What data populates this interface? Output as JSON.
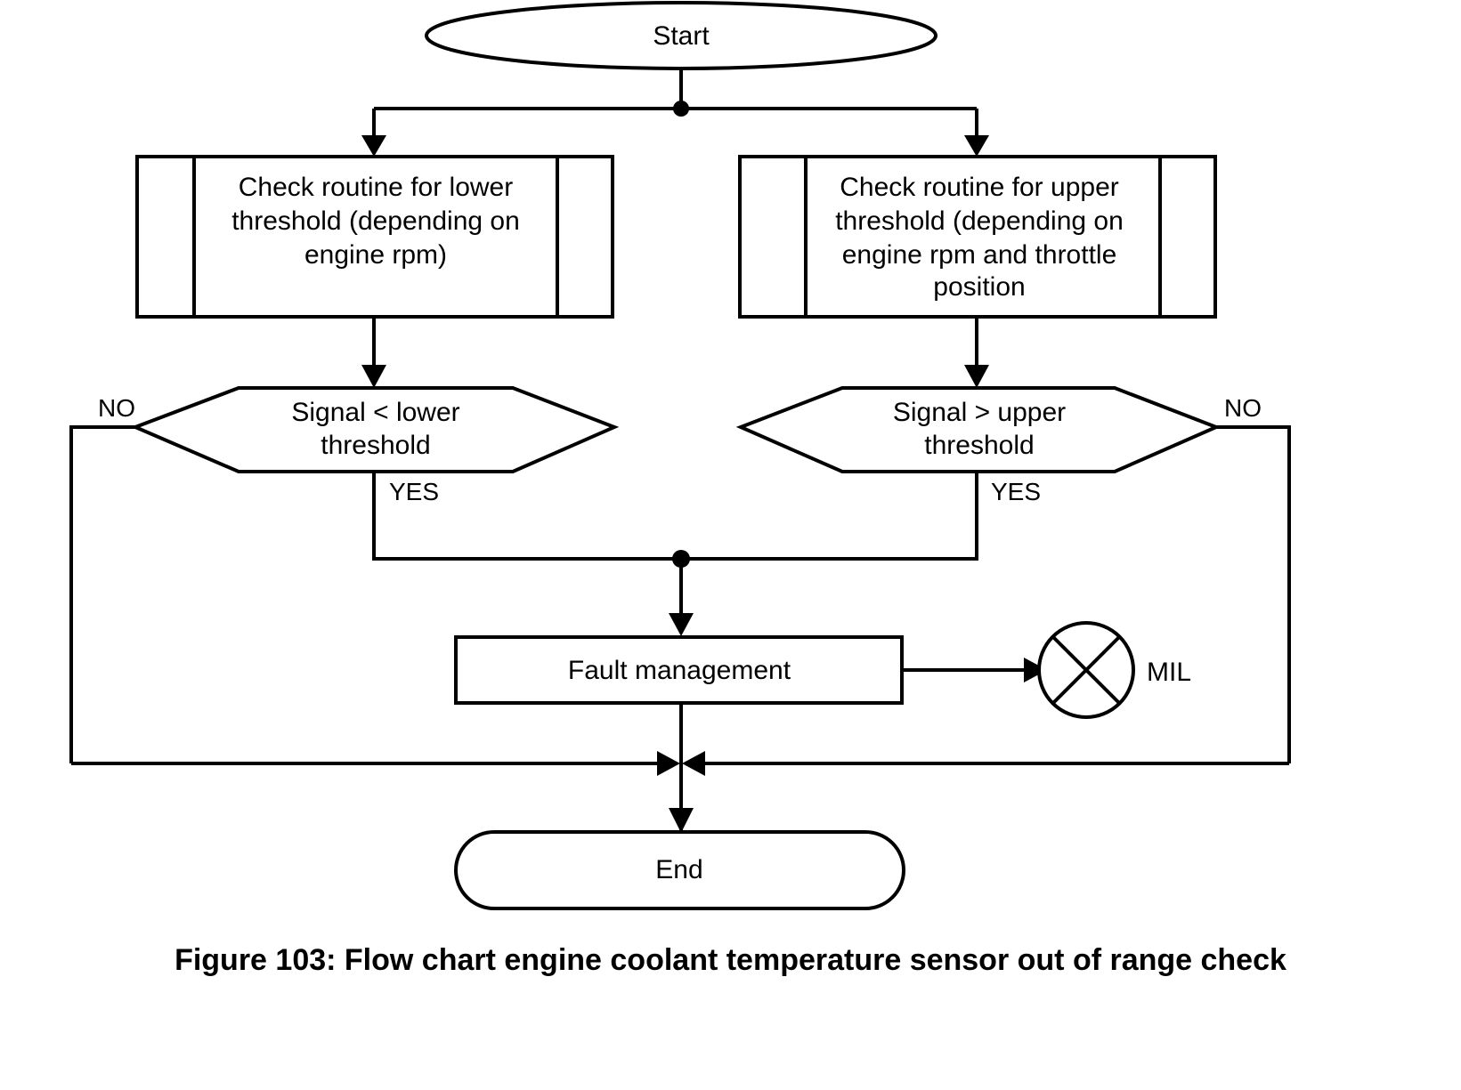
{
  "figure": {
    "caption": "Figure 103: Flow chart engine coolant temperature sensor out of range check",
    "background_color": "#ffffff",
    "line_color": "#000000",
    "chart_type": "flowchart"
  },
  "nodes": {
    "start": {
      "label": "Start",
      "shape": "terminator-ellipse"
    },
    "check_lower": {
      "label_line1": "Check routine for lower",
      "label_line2": "threshold (depending on",
      "label_line3": "engine rpm)",
      "shape": "predefined-process"
    },
    "check_upper": {
      "label_line1": "Check routine for upper",
      "label_line2": "threshold (depending on",
      "label_line3": "engine rpm and throttle",
      "label_line4": "position",
      "shape": "predefined-process"
    },
    "decision_lower": {
      "label_line1": "Signal < lower",
      "label_line2": "threshold",
      "shape": "hexagon-decision"
    },
    "decision_upper": {
      "label_line1": "Signal > upper",
      "label_line2": "threshold",
      "shape": "hexagon-decision"
    },
    "fault_management": {
      "label": "Fault management",
      "shape": "process-rectangle"
    },
    "mil": {
      "label": "MIL",
      "shape": "lamp-circle-x"
    },
    "end": {
      "label": "End",
      "shape": "terminator-rounded"
    }
  },
  "edge_labels": {
    "lower_no": "NO",
    "lower_yes": "YES",
    "upper_no": "NO",
    "upper_yes": "YES"
  }
}
